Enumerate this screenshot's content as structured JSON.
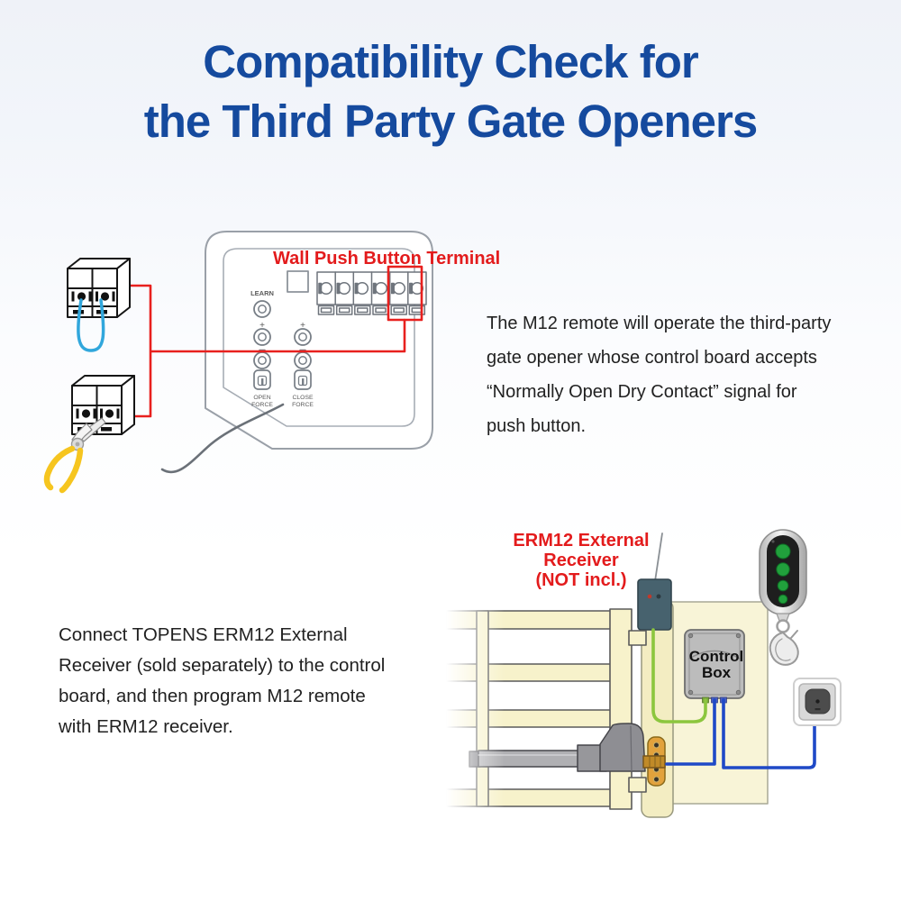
{
  "title": {
    "line1": "Compatibility Check for",
    "line2": "the Third Party Gate Openers"
  },
  "top_diagram": {
    "terminal_label": "Wall Push Button Terminal",
    "board": {
      "learn": "LEARN",
      "plus": "+",
      "open_force_1": "OPEN",
      "open_force_2": "FORCE",
      "close_force_1": "CLOSE",
      "close_force_2": "FORCE"
    },
    "paragraph": "The M12 remote will operate the third-party gate opener whose control board accepts “Normally Open Dry Contact” signal for push button."
  },
  "bottom_diagram": {
    "receiver_label_line1": "ERM12 External",
    "receiver_label_line2": "Receiver",
    "receiver_label_line3": "(NOT incl.)",
    "control_box_line1": "Control",
    "control_box_line2": "Box",
    "paragraph": "Connect TOPENS ERM12 External Receiver (sold separately) to the control board, and then program M12 remote with ERM12 receiver."
  },
  "colors": {
    "title_blue": "#154a9e",
    "label_red": "#e31b1c",
    "highlight_red": "#e8201e",
    "wire_blue": "#1f49c7",
    "wire_green": "#8cc63e",
    "wire_cyan": "#31a7dc",
    "remote_button_green": "#21a03c",
    "wall_yellow": "#f8f4d7",
    "receiver_slate": "#47626e"
  }
}
